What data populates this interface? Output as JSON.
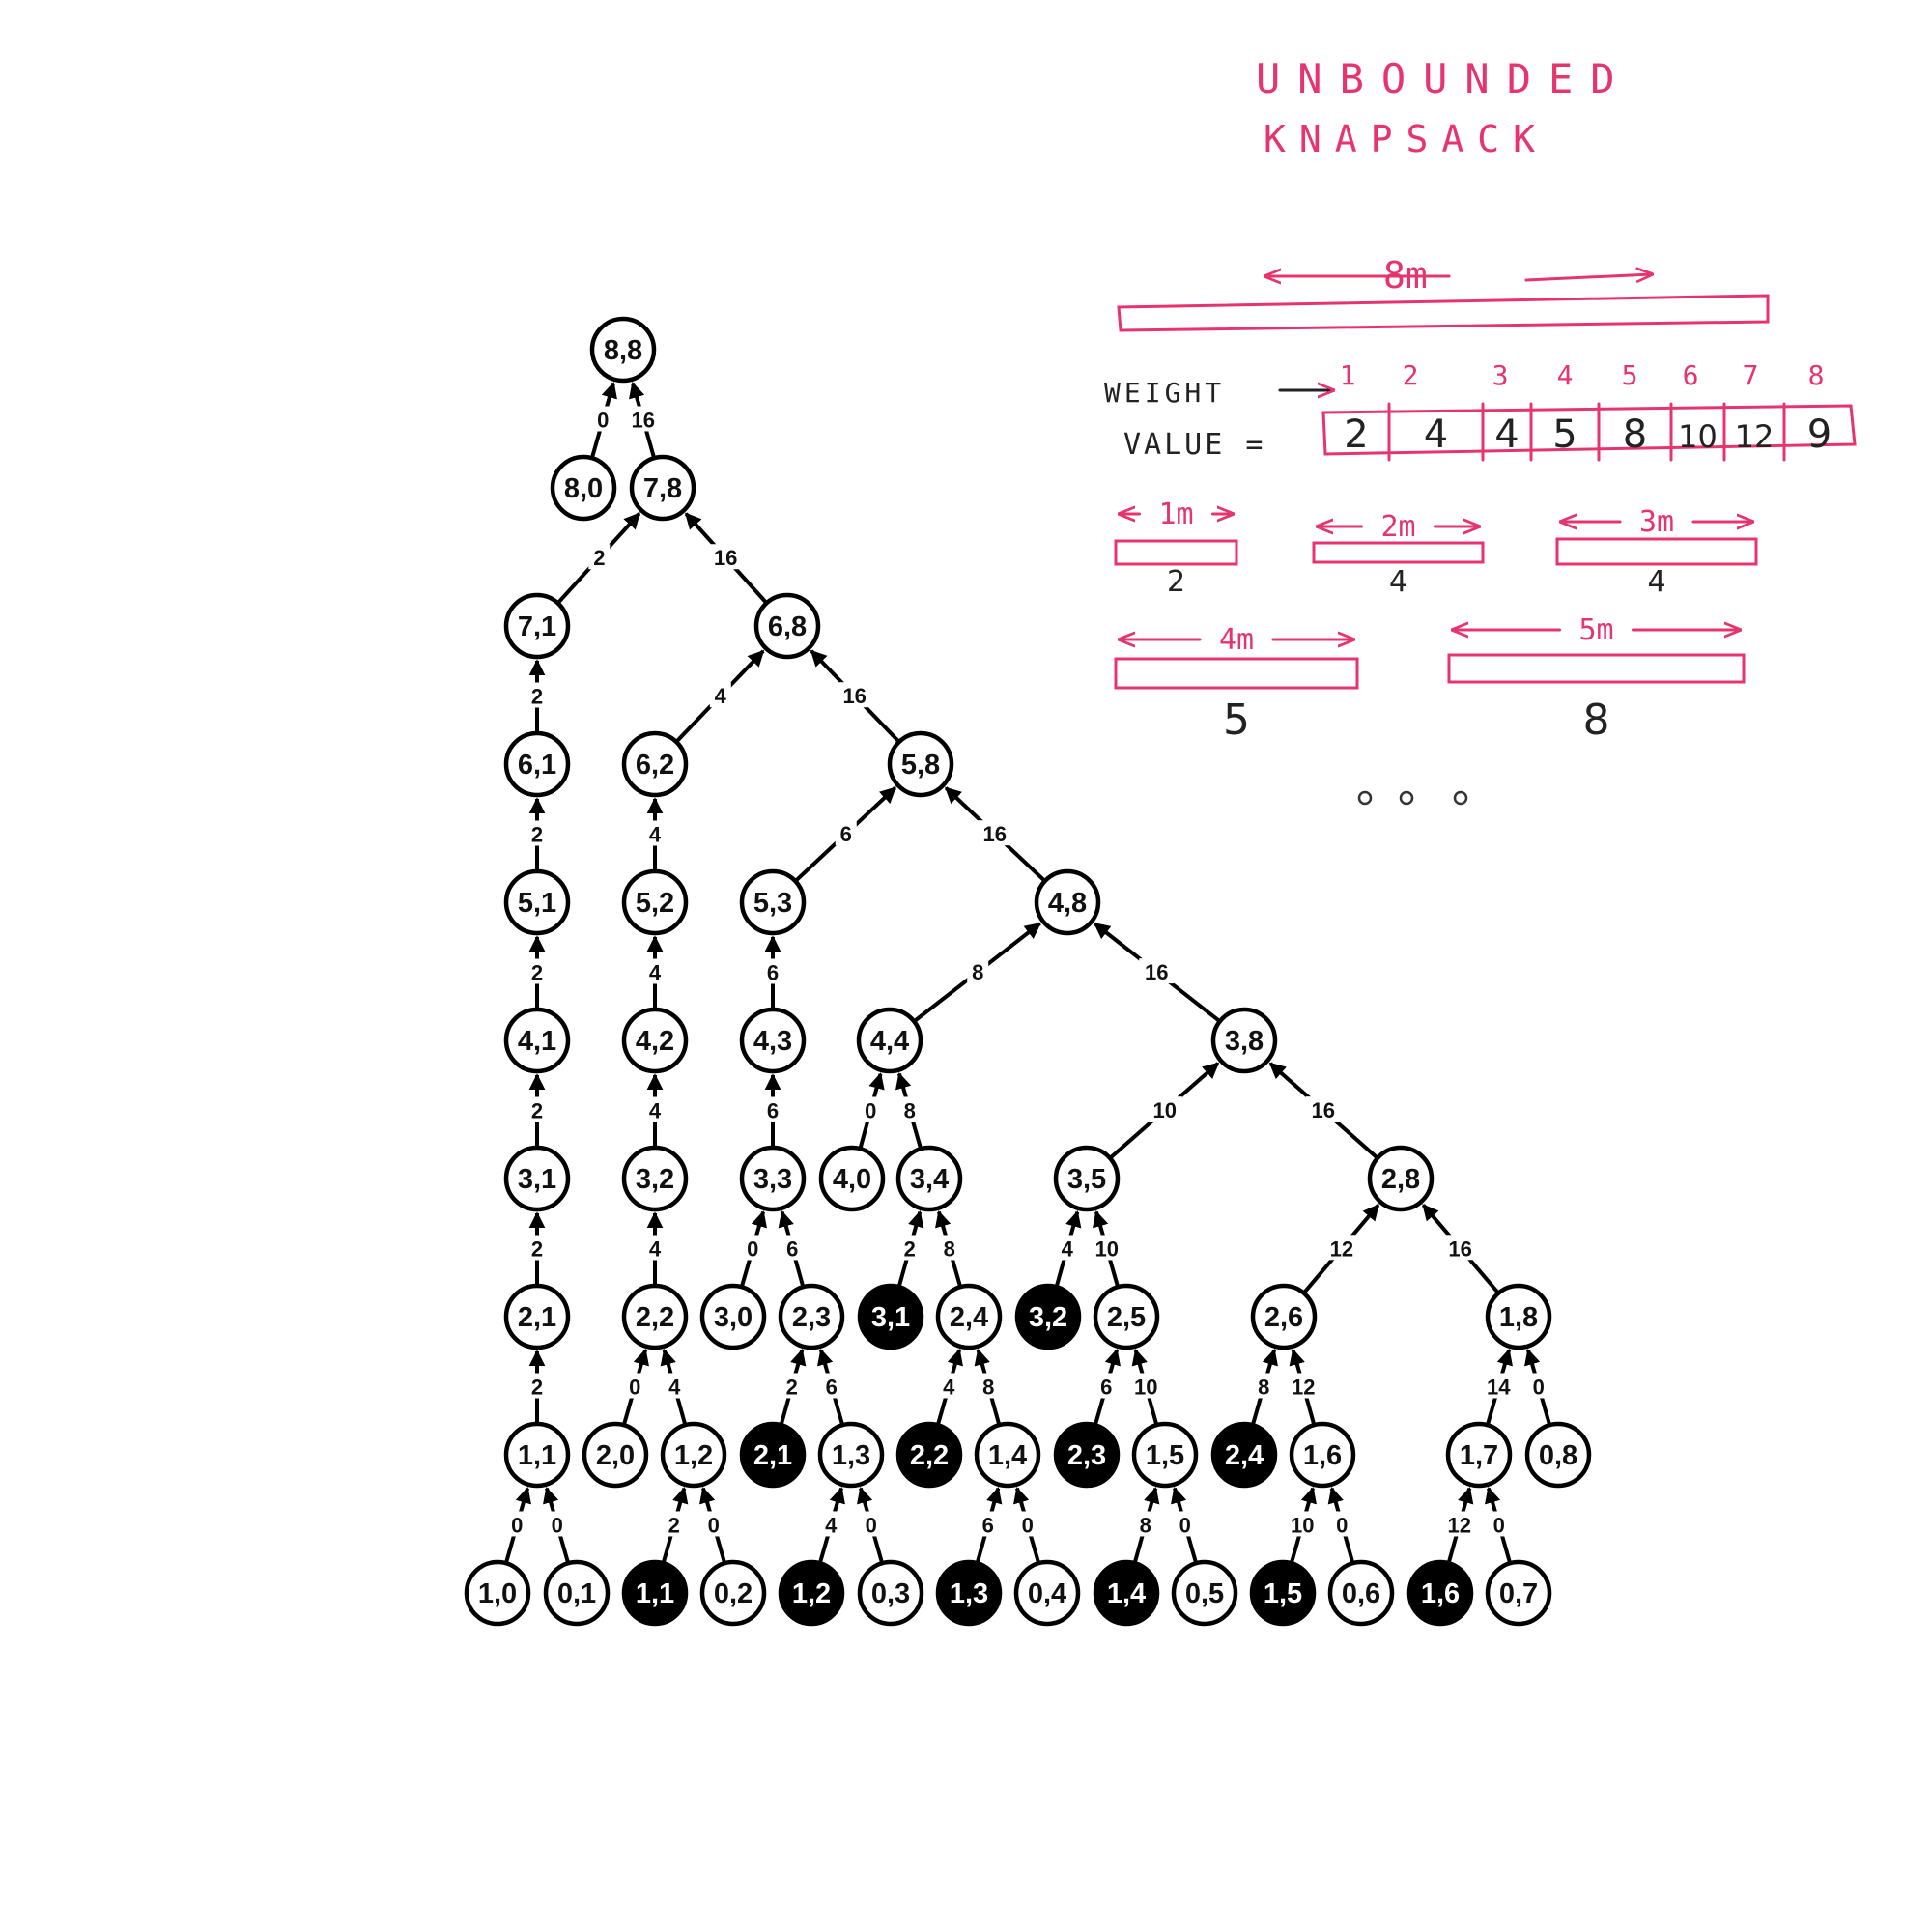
{
  "title_lines": [
    "UNBOUNDED",
    "KNAPSACK"
  ],
  "rod_length_label": "8m",
  "weight_label": "WEIGHT",
  "value_label": "VALUE =",
  "weights": [
    "1",
    "2",
    "3",
    "4",
    "5",
    "6",
    "7",
    "8"
  ],
  "values": [
    "2",
    "4",
    "4",
    "5",
    "8",
    "10",
    "12",
    "9"
  ],
  "pieces": [
    {
      "length": "1m",
      "value": "2"
    },
    {
      "length": "2m",
      "value": "4"
    },
    {
      "length": "3m",
      "value": "4"
    },
    {
      "length": "4m",
      "value": "5"
    },
    {
      "length": "5m",
      "value": "8"
    }
  ],
  "colors": {
    "ink": "#e6356e",
    "node_stroke": "#000000",
    "filled_node": "#000000"
  },
  "tree": {
    "nodes": [
      {
        "id": "n88",
        "label": "8,8"
      },
      {
        "id": "n80",
        "label": "8,0"
      },
      {
        "id": "n78",
        "label": "7,8"
      },
      {
        "id": "n71",
        "label": "7,1"
      },
      {
        "id": "n68",
        "label": "6,8"
      },
      {
        "id": "n61",
        "label": "6,1"
      },
      {
        "id": "n62",
        "label": "6,2"
      },
      {
        "id": "n58",
        "label": "5,8"
      },
      {
        "id": "n51",
        "label": "5,1"
      },
      {
        "id": "n52",
        "label": "5,2"
      },
      {
        "id": "n53",
        "label": "5,3"
      },
      {
        "id": "n48",
        "label": "4,8"
      },
      {
        "id": "n41",
        "label": "4,1"
      },
      {
        "id": "n42",
        "label": "4,2"
      },
      {
        "id": "n43",
        "label": "4,3"
      },
      {
        "id": "n44",
        "label": "4,4"
      },
      {
        "id": "n38",
        "label": "3,8"
      },
      {
        "id": "n31",
        "label": "3,1"
      },
      {
        "id": "n32",
        "label": "3,2"
      },
      {
        "id": "n33",
        "label": "3,3"
      },
      {
        "id": "n40",
        "label": "4,0"
      },
      {
        "id": "n34",
        "label": "3,4"
      },
      {
        "id": "n35",
        "label": "3,5"
      },
      {
        "id": "n28",
        "label": "2,8"
      },
      {
        "id": "n21",
        "label": "2,1"
      },
      {
        "id": "n22",
        "label": "2,2"
      },
      {
        "id": "n30",
        "label": "3,0"
      },
      {
        "id": "n23",
        "label": "2,3"
      },
      {
        "id": "f31",
        "label": "3,1",
        "filled": true
      },
      {
        "id": "n24",
        "label": "2,4"
      },
      {
        "id": "f32",
        "label": "3,2",
        "filled": true
      },
      {
        "id": "n25",
        "label": "2,5"
      },
      {
        "id": "n26",
        "label": "2,6"
      },
      {
        "id": "n18",
        "label": "1,8"
      },
      {
        "id": "n11",
        "label": "1,1"
      },
      {
        "id": "n20",
        "label": "2,0"
      },
      {
        "id": "n12",
        "label": "1,2"
      },
      {
        "id": "f21",
        "label": "2,1",
        "filled": true
      },
      {
        "id": "n13",
        "label": "1,3"
      },
      {
        "id": "f22",
        "label": "2,2",
        "filled": true
      },
      {
        "id": "n14",
        "label": "1,4"
      },
      {
        "id": "f23",
        "label": "2,3",
        "filled": true
      },
      {
        "id": "n15",
        "label": "1,5"
      },
      {
        "id": "f24",
        "label": "2,4",
        "filled": true
      },
      {
        "id": "n16",
        "label": "1,6"
      },
      {
        "id": "n17",
        "label": "1,7"
      },
      {
        "id": "n08",
        "label": "0,8"
      },
      {
        "id": "n10",
        "label": "1,0"
      },
      {
        "id": "n01",
        "label": "0,1"
      },
      {
        "id": "g11",
        "label": "1,1",
        "filled": true
      },
      {
        "id": "n02",
        "label": "0,2"
      },
      {
        "id": "g12",
        "label": "1,2",
        "filled": true
      },
      {
        "id": "n03",
        "label": "0,3"
      },
      {
        "id": "g13",
        "label": "1,3",
        "filled": true
      },
      {
        "id": "n04",
        "label": "0,4"
      },
      {
        "id": "g14",
        "label": "1,4",
        "filled": true
      },
      {
        "id": "n05",
        "label": "0,5"
      },
      {
        "id": "g15",
        "label": "1,5",
        "filled": true
      },
      {
        "id": "n06",
        "label": "0,6"
      },
      {
        "id": "g16",
        "label": "1,6",
        "filled": true
      },
      {
        "id": "n07",
        "label": "0,7"
      }
    ],
    "edges": [
      {
        "from": "n80",
        "to": "n88",
        "label": "0"
      },
      {
        "from": "n78",
        "to": "n88",
        "label": "16"
      },
      {
        "from": "n71",
        "to": "n78",
        "label": "2"
      },
      {
        "from": "n68",
        "to": "n78",
        "label": "16"
      },
      {
        "from": "n61",
        "to": "n71",
        "label": "2"
      },
      {
        "from": "n62",
        "to": "n68",
        "label": "4"
      },
      {
        "from": "n58",
        "to": "n68",
        "label": "16"
      },
      {
        "from": "n51",
        "to": "n61",
        "label": "2"
      },
      {
        "from": "n52",
        "to": "n62",
        "label": "4"
      },
      {
        "from": "n53",
        "to": "n58",
        "label": "6"
      },
      {
        "from": "n48",
        "to": "n58",
        "label": "16"
      },
      {
        "from": "n41",
        "to": "n51",
        "label": "2"
      },
      {
        "from": "n42",
        "to": "n52",
        "label": "4"
      },
      {
        "from": "n43",
        "to": "n53",
        "label": "6"
      },
      {
        "from": "n44",
        "to": "n48",
        "label": "8"
      },
      {
        "from": "n38",
        "to": "n48",
        "label": "16"
      },
      {
        "from": "n31",
        "to": "n41",
        "label": "2"
      },
      {
        "from": "n32",
        "to": "n42",
        "label": "4"
      },
      {
        "from": "n33",
        "to": "n43",
        "label": "6"
      },
      {
        "from": "n40",
        "to": "n44",
        "label": "0"
      },
      {
        "from": "n34",
        "to": "n44",
        "label": "8"
      },
      {
        "from": "n35",
        "to": "n38",
        "label": "10"
      },
      {
        "from": "n28",
        "to": "n38",
        "label": "16"
      },
      {
        "from": "n21",
        "to": "n31",
        "label": "2"
      },
      {
        "from": "n22",
        "to": "n32",
        "label": "4"
      },
      {
        "from": "n30",
        "to": "n33",
        "label": "0"
      },
      {
        "from": "n23",
        "to": "n33",
        "label": "6"
      },
      {
        "from": "f31",
        "to": "n34",
        "label": "2"
      },
      {
        "from": "n24",
        "to": "n34",
        "label": "8"
      },
      {
        "from": "f32",
        "to": "n35",
        "label": "4"
      },
      {
        "from": "n25",
        "to": "n35",
        "label": "10"
      },
      {
        "from": "n26",
        "to": "n28",
        "label": "12"
      },
      {
        "from": "n18",
        "to": "n28",
        "label": "16"
      },
      {
        "from": "n11",
        "to": "n21",
        "label": "2"
      },
      {
        "from": "n20",
        "to": "n22",
        "label": "0"
      },
      {
        "from": "n12",
        "to": "n22",
        "label": "4"
      },
      {
        "from": "f21",
        "to": "n23",
        "label": "2"
      },
      {
        "from": "n13",
        "to": "n23",
        "label": "6"
      },
      {
        "from": "f22",
        "to": "n24",
        "label": "4"
      },
      {
        "from": "n14",
        "to": "n24",
        "label": "8"
      },
      {
        "from": "f23",
        "to": "n25",
        "label": "6"
      },
      {
        "from": "n15",
        "to": "n25",
        "label": "10"
      },
      {
        "from": "f24",
        "to": "n26",
        "label": "8"
      },
      {
        "from": "n16",
        "to": "n26",
        "label": "12"
      },
      {
        "from": "n17",
        "to": "n18",
        "label": "14"
      },
      {
        "from": "n08",
        "to": "n18",
        "label": "0"
      },
      {
        "from": "n10",
        "to": "n11",
        "label": "0"
      },
      {
        "from": "n01",
        "to": "n11",
        "label": "0"
      },
      {
        "from": "g11",
        "to": "n12",
        "label": "2"
      },
      {
        "from": "n02",
        "to": "n12",
        "label": "0"
      },
      {
        "from": "g12",
        "to": "n13",
        "label": "4"
      },
      {
        "from": "n03",
        "to": "n13",
        "label": "0"
      },
      {
        "from": "g13",
        "to": "n14",
        "label": "6"
      },
      {
        "from": "n04",
        "to": "n14",
        "label": "0"
      },
      {
        "from": "g14",
        "to": "n15",
        "label": "8"
      },
      {
        "from": "n05",
        "to": "n15",
        "label": "0"
      },
      {
        "from": "g15",
        "to": "n16",
        "label": "10"
      },
      {
        "from": "n06",
        "to": "n16",
        "label": "0"
      },
      {
        "from": "g16",
        "to": "n17",
        "label": "12"
      },
      {
        "from": "n07",
        "to": "n17",
        "label": "0"
      }
    ]
  }
}
